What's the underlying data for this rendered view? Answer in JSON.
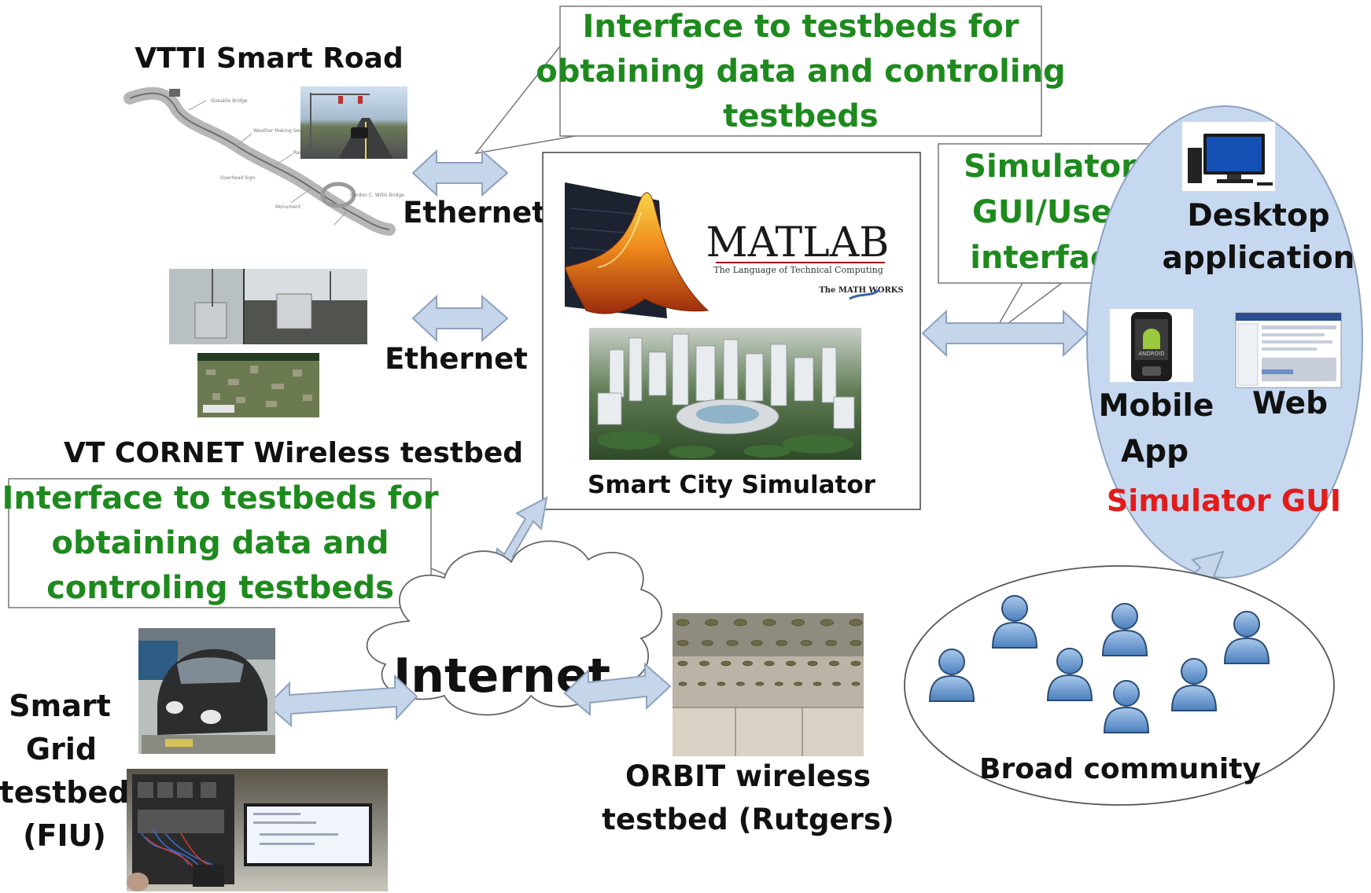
{
  "top_callout": {
    "lines": [
      "Interface to testbeds for",
      "obtaining data and controling",
      "testbeds"
    ]
  },
  "left_callout": {
    "lines": [
      "Interface to testbeds for",
      "obtaining data and",
      "controling testbeds"
    ]
  },
  "gui_callout": {
    "lines": [
      "Simulator",
      "GUI/User",
      "interface"
    ]
  },
  "vtti": {
    "title": "VTTI Smart Road"
  },
  "cornet": {
    "title": "VT CORNET Wireless testbed"
  },
  "links": {
    "ethernet_1": "Ethernet",
    "ethernet_2": "Ethernet"
  },
  "simulator": {
    "matlab_wordmark": "MATLAB",
    "matlab_tagline": "The Language of Technical Computing",
    "mathworks_badge": "The MATH WORKS",
    "caption": "Smart City Simulator"
  },
  "gui_panel": {
    "desktop_label": [
      "Desktop",
      "application"
    ],
    "mobile_label": [
      "Mobile",
      "App"
    ],
    "web_label": "Web",
    "title": "Simulator GUI",
    "android_text": "ANDROID"
  },
  "internet": {
    "label": "Internet"
  },
  "orbit": {
    "lines": [
      "ORBIT wireless",
      "testbed (Rutgers)"
    ]
  },
  "smart_grid": {
    "lines": [
      "Smart",
      "Grid",
      "testbed",
      "(FIU)"
    ]
  },
  "community": {
    "label": "Broad community"
  },
  "colors": {
    "callout_text": "#1e8a1e",
    "gui_title": "#e31b1b",
    "arrow_fill": "#c5d5ea",
    "arrow_stroke": "#8ea2bf",
    "gui_ellipse": "#c5d8ef",
    "person": "#6f9fd2",
    "person_stroke": "#2a4d78"
  }
}
